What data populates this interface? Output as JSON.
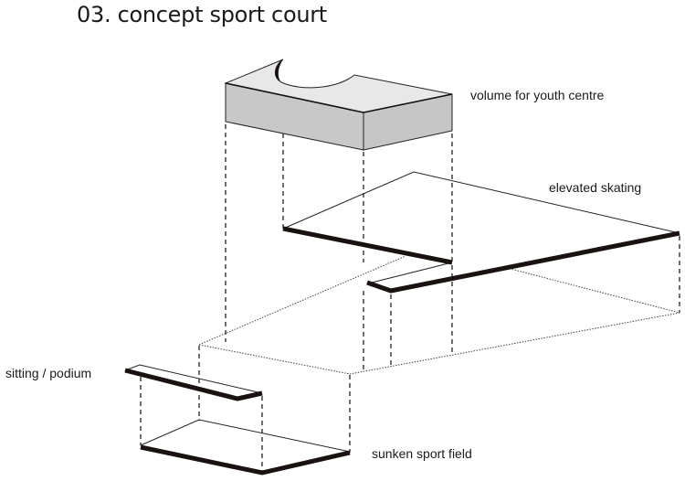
{
  "title": "03. concept sport court",
  "labels": {
    "volume": "volume for youth centre",
    "skating": "elevated skating",
    "podium": "sitting / podium",
    "sunken": "sunken sport field"
  },
  "colors": {
    "volume_top": "#e8e8e8",
    "volume_side": "#c8c8c8",
    "line": "#1a1210"
  }
}
